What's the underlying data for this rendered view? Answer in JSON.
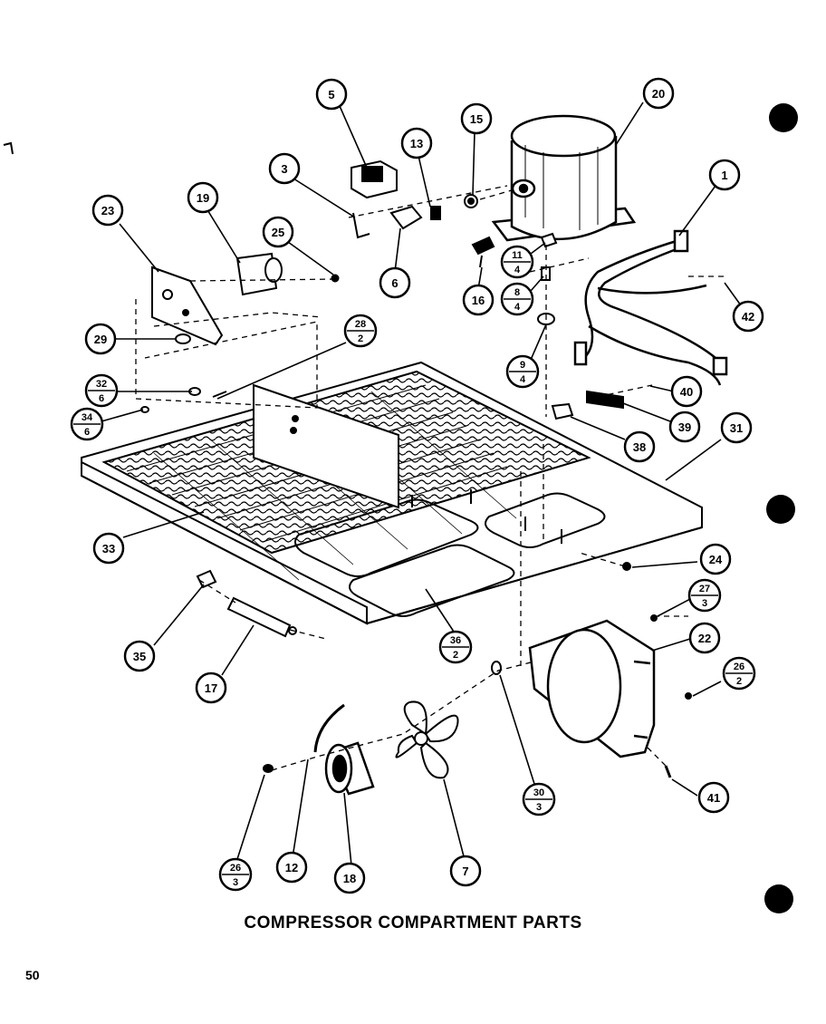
{
  "caption": "COMPRESSOR COMPARTMENT PARTS",
  "page_number": "50",
  "callouts": [
    {
      "label": "5"
    },
    {
      "label": "13"
    },
    {
      "label": "15"
    },
    {
      "label": "20"
    },
    {
      "label": "3"
    },
    {
      "label": "23"
    },
    {
      "label": "19"
    },
    {
      "label": "25"
    },
    {
      "label": "6"
    },
    {
      "label": "1"
    },
    {
      "label": "16"
    },
    {
      "label": "42"
    },
    {
      "label": "29"
    },
    {
      "label": "40"
    },
    {
      "label": "39"
    },
    {
      "label": "38"
    },
    {
      "label": "31"
    },
    {
      "label": "33"
    },
    {
      "label": "24"
    },
    {
      "label": "22"
    },
    {
      "label": "35"
    },
    {
      "label": "17"
    },
    {
      "label": "41"
    },
    {
      "label": "12"
    },
    {
      "label": "18"
    },
    {
      "label": "7"
    }
  ],
  "fraction_callouts": [
    {
      "top": "11",
      "bottom": "4"
    },
    {
      "top": "8",
      "bottom": "4"
    },
    {
      "top": "9",
      "bottom": "4"
    },
    {
      "top": "28",
      "bottom": "2"
    },
    {
      "top": "32",
      "bottom": "6"
    },
    {
      "top": "34",
      "bottom": "6"
    },
    {
      "top": "27",
      "bottom": "3"
    },
    {
      "top": "26",
      "bottom": "2"
    },
    {
      "top": "36",
      "bottom": "2"
    },
    {
      "top": "30",
      "bottom": "3"
    },
    {
      "top": "26",
      "bottom": "3"
    }
  ],
  "colors": {
    "ink": "#000000",
    "paper": "#ffffff"
  }
}
